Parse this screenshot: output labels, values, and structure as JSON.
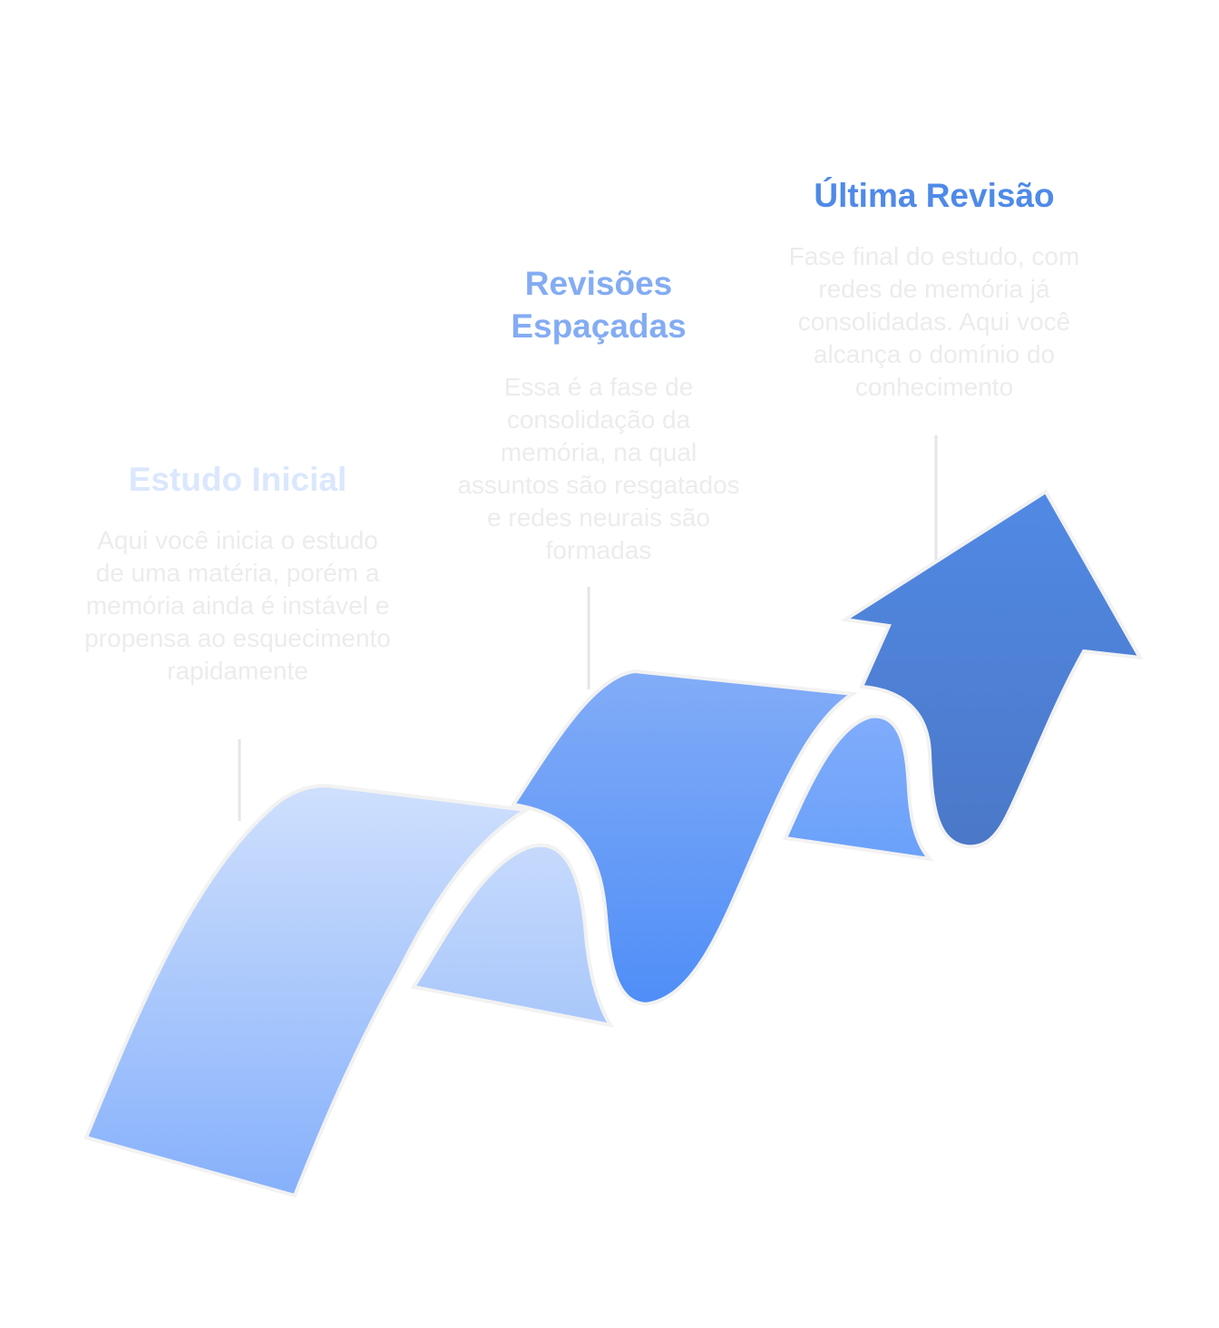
{
  "stages": [
    {
      "title": "Estudo Inicial",
      "description": "Aqui você inicia o estudo de uma matéria, porém a memória ainda é instável e propensa ao esquecimento rapidamente"
    },
    {
      "title": "Revisões Espaçadas",
      "description": "Essa é a fase de consolidação da memória, na qual assuntos são resgatados e redes neurais são formadas"
    },
    {
      "title": "Última Revisão",
      "description": "Fase final do estudo, com redes de memória já consolidadas. Aqui você alcança o domínio do conhecimento"
    }
  ],
  "colors": {
    "stage_1": "#a9c7fb",
    "stage_2": "#5f9bf8",
    "stage_3": "#4f83dc"
  }
}
